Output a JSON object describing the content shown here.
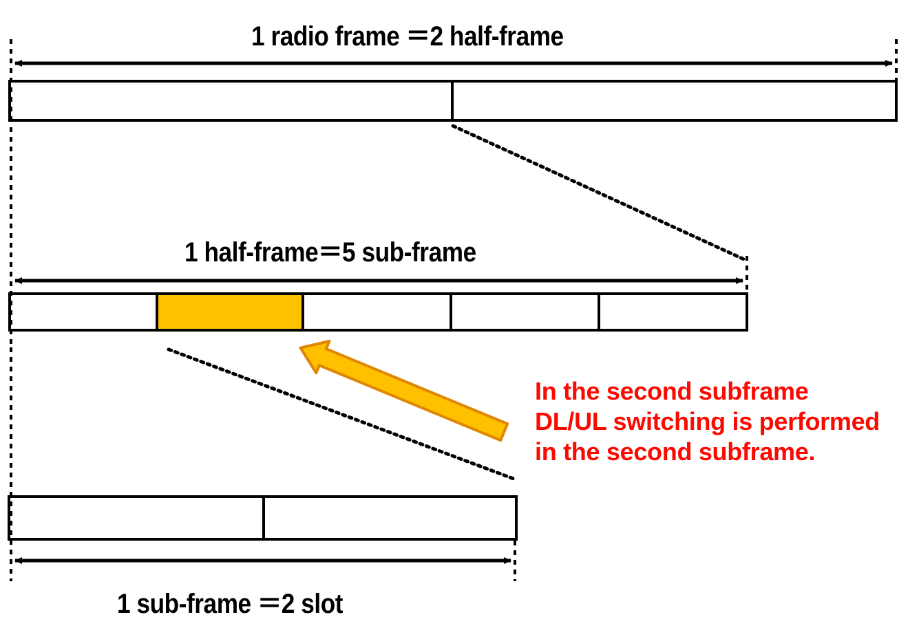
{
  "diagram": {
    "title_radio_frame": "1 radio frame ＝2 half-frame",
    "title_half_frame": "1 half-frame＝5 sub-frame",
    "title_sub_frame": "1 sub-frame ＝2 slot",
    "note": "In the second subframe DL/UL switching is performed in the second subframe."
  },
  "rows": {
    "radio_frame": {
      "label": "radio-frame-row",
      "cell_count": 2,
      "cells": [
        "half-frame-1",
        "half-frame-2"
      ]
    },
    "half_frame": {
      "label": "half-frame-row",
      "cell_count": 5,
      "cells": [
        "sub-frame-1",
        "sub-frame-2",
        "sub-frame-3",
        "sub-frame-4",
        "sub-frame-5"
      ],
      "highlighted_index": 1
    },
    "sub_frame": {
      "label": "sub-frame-row",
      "cell_count": 2,
      "cells": [
        "slot-1",
        "slot-2"
      ]
    }
  },
  "colors": {
    "highlight": "#ffc000",
    "highlight_border": "#e08600",
    "note_text": "#fa0a00",
    "line": "#000000",
    "background": "#ffffff"
  }
}
